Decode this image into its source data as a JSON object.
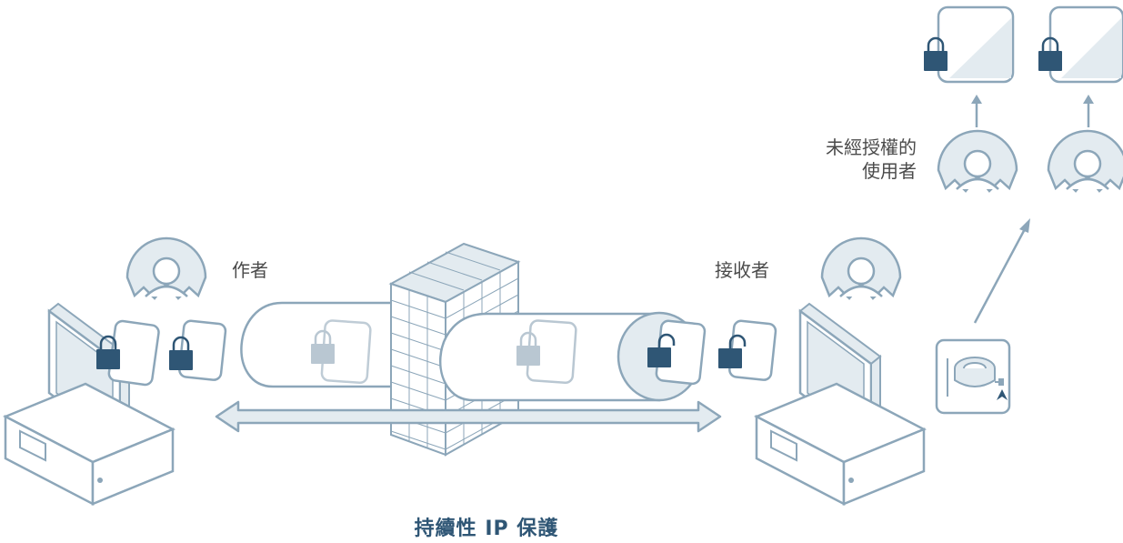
{
  "labels": {
    "author": "作者",
    "recipient": "接收者",
    "unauthorized_line1": "未經授權的",
    "unauthorized_line2": "使用者"
  },
  "caption": "持續性 IP 保護",
  "colors": {
    "outline": "#8ca6b9",
    "fill_light": "#e3ebf0",
    "lock_dark": "#2f5675",
    "lock_faded": "#b9c7d2",
    "caption": "#2f5675"
  }
}
